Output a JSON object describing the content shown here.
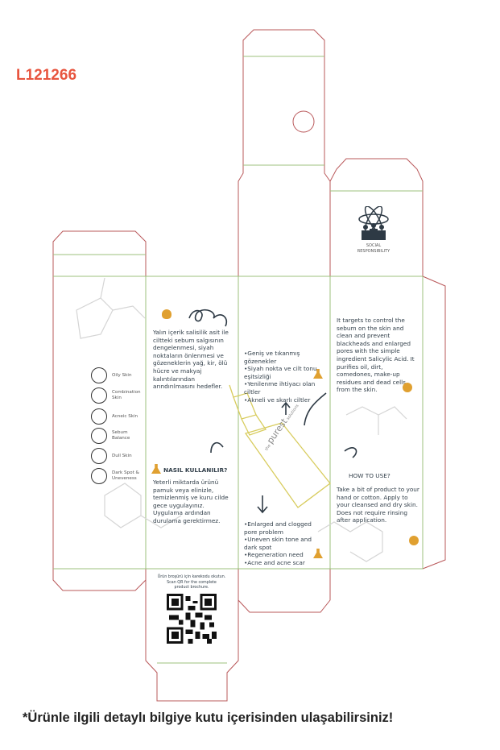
{
  "code": "L121266",
  "footer": "*Ürünle ilgili detaylı bilgiye kutu içerisinden ulaşabilirsiniz!",
  "social": {
    "line1": "SOCIAL",
    "line2": "RESPONSIBILITY"
  },
  "skin_types": [
    "Oily Skin",
    "Combination Skin",
    "Acneic Skin",
    "Sebum Balance",
    "Dull Skin",
    "Dark Spot & Uneveness"
  ],
  "tr_description": "Yalın içerik salisilik asit ile ciltteki sebum salgısının dengelenmesi, siyah noktaların önlenmesi ve gözeneklerin yağ, kir, ölü hücre ve makyaj kalıntılarından arındırılmasını hedefler.",
  "tr_howto_title": "NASIL KULLANILIR?",
  "tr_howto": "Yeterli miktarda ürünü pamuk veya elinizle, temizlenmiş ve kuru cilde gece uygulayınız. Uygulama ardından durulama gerektirmez.",
  "tr_for": [
    "•Geniş ve tıkanmış gözenekler",
    "•Siyah nokta ve cilt tonu eşitsizliği",
    "•Yenilenme ihtiyacı olan ciltler",
    "•Akneli ve skarlı ciltler"
  ],
  "en_for": [
    "•Enlarged and clogged pore problem",
    "•Uneven skin tone and dark spot",
    "•Regeneration need",
    "•Acne and acne scar"
  ],
  "en_description": "It targets to control the sebum on the skin and clean and prevent blackheads and enlarged pores with the simple ingredient Salicylic Acid. It purifies oil, dirt, comedones, make-up residues and dead cells from the skin.",
  "en_howto_title": "HOW TO USE?",
  "en_howto": "Take a bit of product to your hand or cotton. Apply to your cleansed and dry skin. Does not require rinsing after application.",
  "qr": {
    "tr": "Ürün broşürü için karekodu okutun.",
    "en": "Scan QR for the complete product brochure."
  },
  "bottle": {
    "the": "the",
    "brand": "purest",
    "sub": "solutions"
  }
}
